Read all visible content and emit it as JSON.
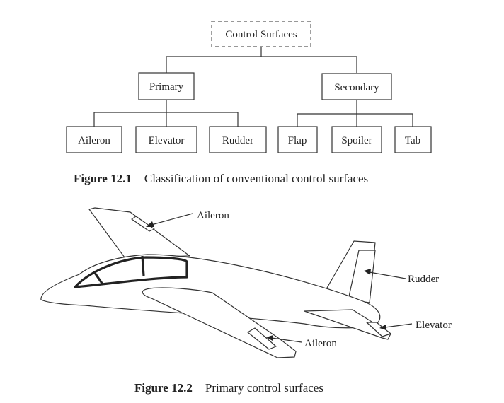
{
  "figure1": {
    "root": "Control Surfaces",
    "primary": "Primary",
    "secondary": "Secondary",
    "primary_children": [
      "Aileron",
      "Elevator",
      "Rudder"
    ],
    "secondary_children": [
      "Flap",
      "Spoiler",
      "Tab"
    ],
    "caption_number": "Figure 12.1",
    "caption_text": "Classification of conventional control surfaces"
  },
  "figure2": {
    "labels": {
      "aileron_top": "Aileron",
      "aileron_bottom": "Aileron",
      "rudder": "Rudder",
      "elevator": "Elevator"
    },
    "caption_number": "Figure 12.2",
    "caption_text": "Primary control surfaces"
  }
}
